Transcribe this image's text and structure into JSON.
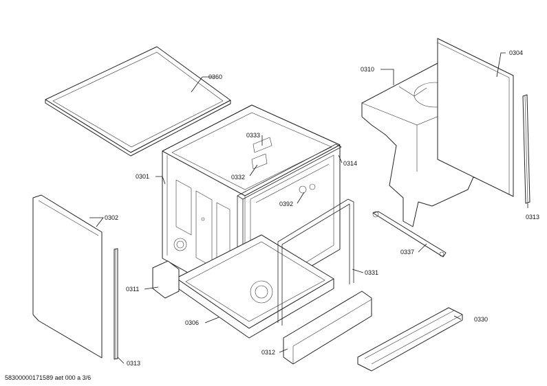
{
  "diagram": {
    "labels": {
      "p0360": "0360",
      "p0310": "0310",
      "p0304": "0304",
      "p0333": "0333",
      "p0332": "0332",
      "p0301": "0301",
      "p0314": "0314",
      "p0392": "0392",
      "p0302": "0302",
      "p0313a": "0313",
      "p0313b": "0313",
      "p0337": "0337",
      "p0331": "0331",
      "p0311": "0311",
      "p0306": "0306",
      "p0330": "0330",
      "p0312": "0312"
    },
    "footer": "58300000171589 aet 000 a 3/6"
  }
}
